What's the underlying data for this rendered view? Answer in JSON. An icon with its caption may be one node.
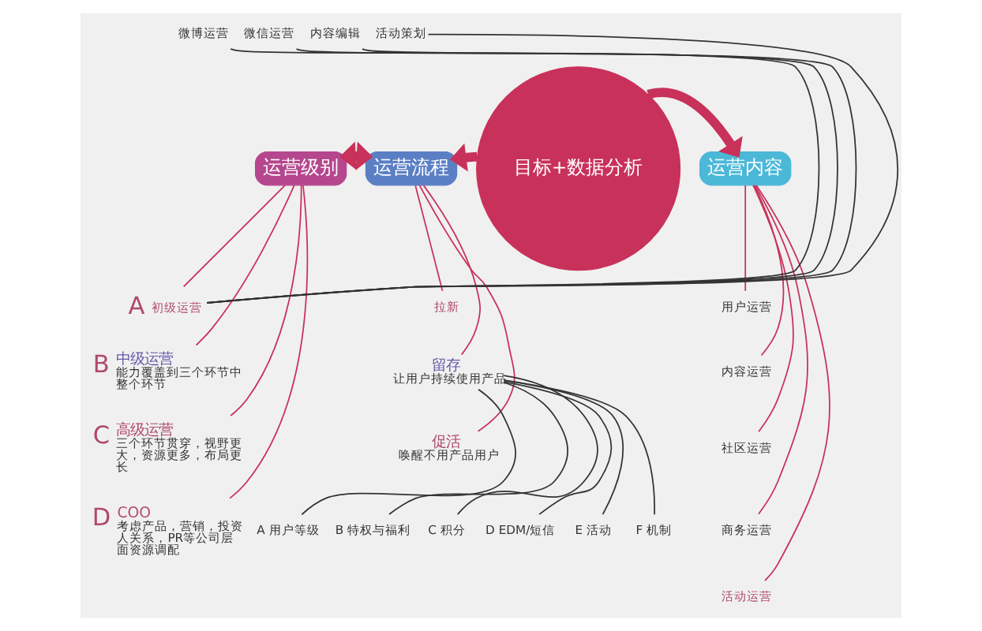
{
  "diagram": {
    "nodes": [
      {
        "text": [
          "微博运营"
        ]
      },
      {
        "text": [
          "微信运营"
        ]
      },
      {
        "text": [
          "内容编辑"
        ]
      },
      {
        "text": [
          "活动策划"
        ]
      },
      {
        "text": [
          "运营级别"
        ]
      },
      {
        "text": [
          "运营流程"
        ]
      },
      {
        "text": [
          "目标+数据分析"
        ]
      },
      {
        "text": [
          "运营内容"
        ]
      },
      {
        "text": [
          "初级运营"
        ],
        "beside": [
          "A"
        ]
      },
      {
        "text": [
          "中级运营",
          "能力覆盖到三个环节中整个环节"
        ],
        "beside": [
          "B"
        ]
      },
      {
        "text": [
          "高级运营",
          "三个环节贯穿，视野更大，资源更多，布局更长"
        ],
        "beside": [
          "C"
        ]
      },
      {
        "text": [
          "COO",
          "考虑产品，营销，投资人关系，PR等公司层面资源调配"
        ],
        "beside": [
          "D"
        ]
      },
      {
        "text": [
          "拉新"
        ]
      },
      {
        "text": [
          "留存",
          "让用户持续使用产品"
        ]
      },
      {
        "text": [
          "促活",
          "唤醒不用产品用户"
        ]
      },
      {
        "text": [
          "用户运营"
        ]
      },
      {
        "text": [
          "内容运营"
        ]
      },
      {
        "text": [
          "社区运营"
        ]
      },
      {
        "text": [
          "商务运营"
        ]
      },
      {
        "text": [
          "活动运营"
        ]
      },
      {
        "text": [
          "A 用户等级"
        ]
      },
      {
        "text": [
          "B 特权与福利"
        ]
      },
      {
        "text": [
          "C 积分"
        ]
      },
      {
        "text": [
          "D EDM/短信"
        ]
      },
      {
        "text": [
          "E 活动"
        ]
      },
      {
        "text": [
          "F 机制"
        ]
      }
    ],
    "edges": [
      {
        "from": 4,
        "to": 5,
        "arrow": "both",
        "style": "thick"
      },
      {
        "from": 6,
        "to": 5,
        "arrow": "to",
        "style": "thick"
      },
      {
        "from": 6,
        "to": 7,
        "arrow": "to",
        "style": "thick"
      },
      {
        "from": 4,
        "to": 8,
        "arrow": "none"
      },
      {
        "from": 4,
        "to": 9,
        "arrow": "none"
      },
      {
        "from": 4,
        "to": 10,
        "arrow": "none"
      },
      {
        "from": 4,
        "to": 11,
        "arrow": "none"
      },
      {
        "from": 8,
        "to": 0,
        "arrow": "none",
        "color": "#333333"
      },
      {
        "from": 8,
        "to": 1,
        "arrow": "none",
        "color": "#333333"
      },
      {
        "from": 8,
        "to": 2,
        "arrow": "none",
        "color": "#333333"
      },
      {
        "from": 8,
        "to": 3,
        "arrow": "none",
        "color": "#333333"
      },
      {
        "from": 5,
        "to": 12,
        "arrow": "none"
      },
      {
        "from": 5,
        "to": 13,
        "arrow": "none"
      },
      {
        "from": 5,
        "to": 14,
        "arrow": "none"
      },
      {
        "from": 7,
        "to": 15,
        "arrow": "none"
      },
      {
        "from": 7,
        "to": 16,
        "arrow": "none"
      },
      {
        "from": 7,
        "to": 17,
        "arrow": "none"
      },
      {
        "from": 7,
        "to": 18,
        "arrow": "none"
      },
      {
        "from": 7,
        "to": 19,
        "arrow": "none"
      },
      {
        "from": 13,
        "to": 20,
        "arrow": "none",
        "color": "#333333"
      },
      {
        "from": 13,
        "to": 21,
        "arrow": "none",
        "color": "#333333"
      },
      {
        "from": 13,
        "to": 22,
        "arrow": "none",
        "color": "#333333"
      },
      {
        "from": 13,
        "to": 23,
        "arrow": "none",
        "color": "#333333"
      },
      {
        "from": 13,
        "to": 24,
        "arrow": "none",
        "color": "#333333"
      },
      {
        "from": 13,
        "to": 25,
        "arrow": "none",
        "color": "#333333"
      }
    ]
  }
}
